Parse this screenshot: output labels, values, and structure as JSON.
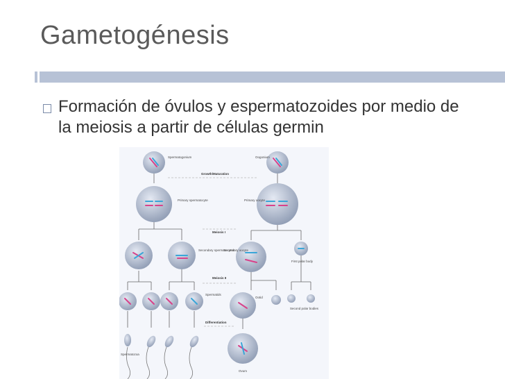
{
  "slide": {
    "title": "Gametogénesis",
    "bullet_text": "Formación de óvulos y espermatozoides por medio de la meiosis a partir de células germin"
  },
  "figure": {
    "labels": {
      "spermatogonium": "Spermatogonium",
      "oogonium": "Oogonium",
      "growth": "Growth/Maturation",
      "primary_spermatocyte": "Primary spermatocyte",
      "primary_oocyte": "Primary oocyte",
      "meiosis1": "Meiosis I",
      "secondary_spermatocytes": "Secondary spermatocytes",
      "secondary_oocyte": "Secondary oocyte",
      "first_polar_body": "First polar body",
      "meiosis2": "Meiosis II",
      "spermatids": "Spermatids",
      "ootid": "Ootid",
      "second_polar_bodies": "Second polar bodies",
      "differentiation": "Differentiation",
      "ovum": "Ovum",
      "spermatozoa": "Spermatozoa"
    }
  },
  "colors": {
    "accent": "#b7c2d6",
    "title": "#5a5a5a",
    "cell": "#a9b6cc",
    "chrom_blue": "#3aa6d8",
    "chrom_pink": "#d8428a"
  }
}
